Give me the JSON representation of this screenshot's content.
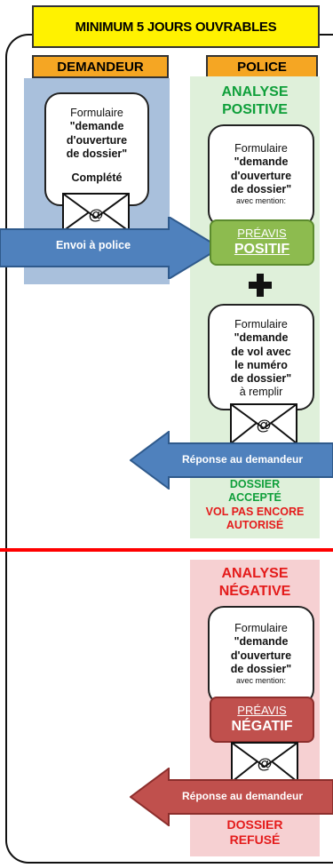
{
  "header": {
    "title": "MINIMUM 5 JOURS OUVRABLES"
  },
  "columns": {
    "requester": "DEMANDEUR",
    "police": "POLICE"
  },
  "requester_form": {
    "line1": "Formulaire",
    "line2": "\"demande",
    "line3": "d'ouverture",
    "line4": "de dossier\"",
    "status": "Complété"
  },
  "send_arrow": {
    "label": "Envoi à police"
  },
  "positive": {
    "heading1": "ANALYSE",
    "heading2": "POSITIVE",
    "form1": {
      "line1": "Formulaire",
      "line2": "\"demande",
      "line3": "d'ouverture",
      "line4": "de dossier\"",
      "mention": "avec mention:"
    },
    "stamp": {
      "top": "PRÉAVIS",
      "bottom": "POSITIF"
    },
    "plus": "+",
    "form2": {
      "line1": "Formulaire",
      "line2": "\"demande",
      "line3": "de vol avec",
      "line4": "le numéro",
      "line5": "de dossier\"",
      "line6": "à remplir"
    },
    "reply_label": "Réponse au demandeur",
    "result1": "DOSSIER",
    "result2": "ACCEPTÉ",
    "warn1": "VOL PAS ENCORE",
    "warn2": "AUTORISÉ"
  },
  "negative": {
    "heading1": "ANALYSE",
    "heading2": "NÉGATIVE",
    "form": {
      "line1": "Formulaire",
      "line2": "\"demande",
      "line3": "d'ouverture",
      "line4": "de dossier\"",
      "mention": "avec mention:"
    },
    "stamp": {
      "top": "PRÉAVIS",
      "bottom": "NÉGATIF"
    },
    "reply_label": "Réponse au demandeur",
    "result1": "DOSSIER",
    "result2": "REFUSÉ"
  },
  "icons": {
    "envelope": "envelope-at-icon",
    "arrow_right": "arrow-right-icon",
    "arrow_left": "arrow-left-icon",
    "plus": "plus-icon"
  },
  "colors": {
    "title_bg": "#fff200",
    "col_head_bg": "#f5a623",
    "blue_panel": "#a9c0dc",
    "green_panel": "#dff0da",
    "red_panel": "#f6d0d2",
    "arrow_blue": "#4f81bd",
    "arrow_red": "#c0504d",
    "stamp_green": "#8dbb4f",
    "stamp_red": "#c0504d",
    "divider": "#ff0000"
  }
}
